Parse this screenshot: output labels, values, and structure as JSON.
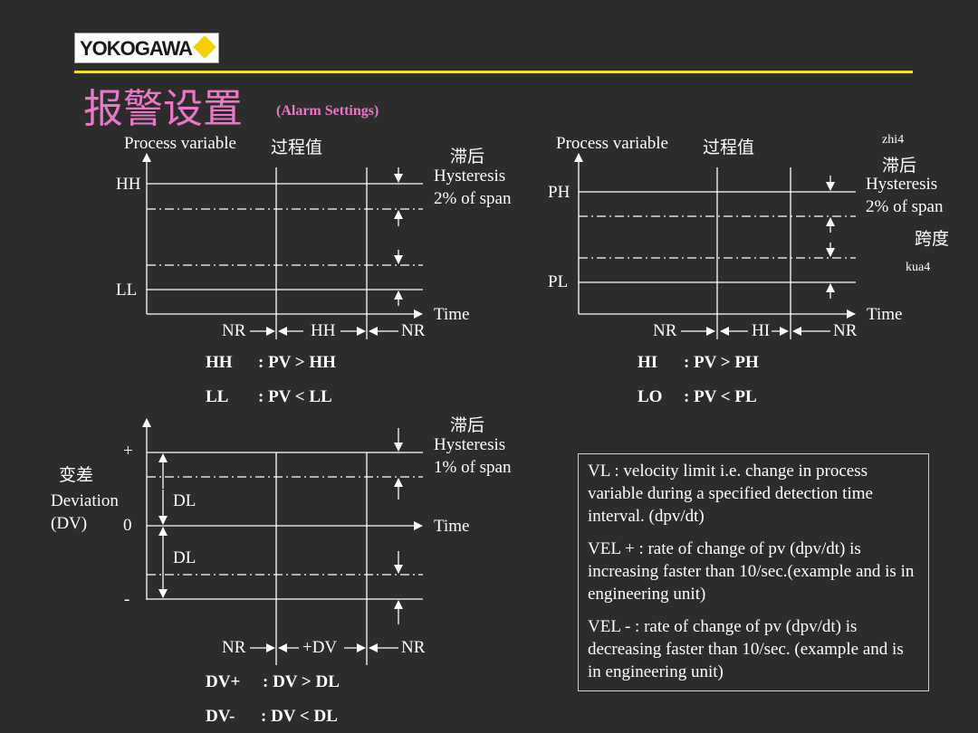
{
  "header": {
    "logo_text": "YOKOGAWA",
    "title_cn": "报警设置",
    "title_en": "(Alarm Settings)"
  },
  "colors": {
    "background": "#2c2c2c",
    "title": "#e978c6",
    "rule": "#f0e020",
    "logo_diamond": "#f3d000",
    "line": "#ffffff"
  },
  "diagram_hh_ll": {
    "y_label": "Process  variable",
    "y_label_cn": "过程值",
    "hyst_cn": "滞后",
    "hyst_en": "Hysteresis",
    "hyst_span": "2% of span",
    "level_high": "HH",
    "level_low": "LL",
    "x_label": "Time",
    "zone_left": "NR",
    "zone_mid": "HH",
    "zone_right": "NR",
    "rule1_name": "HH",
    "rule1_expr": ":  PV > HH",
    "rule2_name": "LL",
    "rule2_expr": ":  PV < LL"
  },
  "diagram_ph_pl": {
    "y_label": "Process  variable",
    "y_label_cn": "过程值",
    "note1": "zhi4",
    "hyst_cn": "滞后",
    "hyst_en": "Hysteresis",
    "hyst_span": "2% of span",
    "span_cn": "跨度",
    "note2": "kua4",
    "level_high": "PH",
    "level_low": "PL",
    "x_label": "Time",
    "zone_left": "NR",
    "zone_mid": "HI",
    "zone_right": "NR",
    "rule1_name": "HI",
    "rule1_expr": ":  PV > PH",
    "rule2_name": "LO",
    "rule2_expr": ":  PV < PL"
  },
  "diagram_dv": {
    "y_label_cn": "变差",
    "y_label": "Deviation",
    "y_label_abbr": "(DV)",
    "plus": "+",
    "zero": "0",
    "minus": "-",
    "dl_upper": "DL",
    "dl_lower": "DL",
    "hyst_cn": "滞后",
    "hyst_en": "Hysteresis",
    "hyst_span": "1% of span",
    "x_label": "Time",
    "zone_left": "NR",
    "zone_mid": "+DV",
    "zone_right": "NR",
    "rule1_name": "DV+",
    "rule1_expr": ":  DV > DL",
    "rule2_name": "DV-",
    "rule2_expr": ": DV < DL"
  },
  "vl_box": {
    "p1": "VL : velocity limit i.e. change in process variable during a specified detection time interval. (dpv/dt)",
    "p2": "VEL + : rate of change of pv (dpv/dt) is increasing faster than 10/sec.(example and is in engineering unit)",
    "p3": "VEL - : rate of change of pv (dpv/dt) is decreasing faster than 10/sec. (example and is in engineering unit)"
  }
}
